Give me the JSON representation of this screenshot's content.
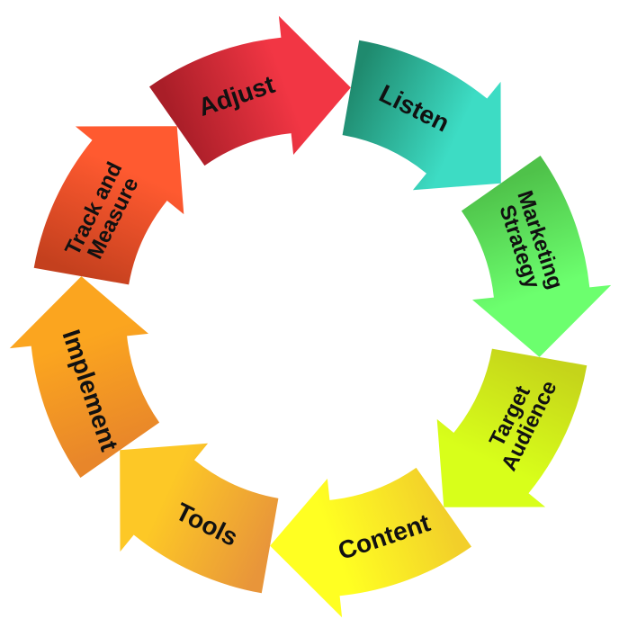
{
  "diagram": {
    "type": "cycle",
    "direction": "clockwise",
    "steps": [
      {
        "label": [
          "Listen"
        ],
        "color_start": "#1f8a6e",
        "color_end": "#3ddcc4"
      },
      {
        "label": [
          "Marketing",
          "Strategy"
        ],
        "color_start": "#4fc24a",
        "color_end": "#6cff6e"
      },
      {
        "label": [
          "Target",
          "Audience"
        ],
        "color_start": "#c5d41a",
        "color_end": "#d8ff1a"
      },
      {
        "label": [
          "Content"
        ],
        "color_start": "#f2cf2a",
        "color_end": "#ffff22"
      },
      {
        "label": [
          "Tools"
        ],
        "color_start": "#e8953a",
        "color_end": "#fdc826"
      },
      {
        "label": [
          "Implement"
        ],
        "color_start": "#e8862a",
        "color_end": "#fba51f"
      },
      {
        "label": [
          "Track and",
          "Measure"
        ],
        "color_start": "#c4401e",
        "color_end": "#ff5a30"
      },
      {
        "label": [
          "Adjust"
        ],
        "color_start": "#a91e28",
        "color_end": "#f23644"
      }
    ]
  }
}
